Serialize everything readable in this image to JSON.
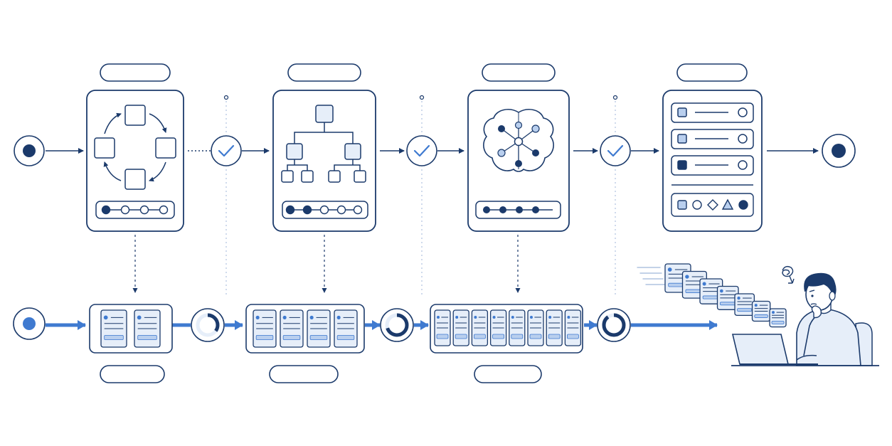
{
  "colors": {
    "navy": "#1b3a6b",
    "blue": "#3f7ad0",
    "light_fill": "#e6eef9",
    "mid_fill": "#b9cfee",
    "dotted": "#9fb6d9",
    "background": "#ffffff"
  },
  "top_flow": {
    "stages": [
      {
        "label": "",
        "icon": "cycle-icon",
        "progress_steps": 4,
        "progress_done": 1
      },
      {
        "label": "",
        "icon": "hierarchy-icon",
        "progress_steps": 5,
        "progress_done": 2
      },
      {
        "label": "",
        "icon": "brain-network-icon",
        "progress_steps": 4,
        "progress_done": 4
      },
      {
        "label": "",
        "icon": "checklist-output-icon"
      }
    ],
    "checkpoints": [
      "check-icon",
      "check-icon",
      "check-icon"
    ]
  },
  "bottom_flow": {
    "batches": [
      {
        "label": "",
        "cards": 2
      },
      {
        "label": "",
        "cards": 4
      },
      {
        "label": "",
        "cards": 8
      }
    ],
    "progress_rings": [
      {
        "value": 0.35
      },
      {
        "value": 0.7
      },
      {
        "value": 0.9
      }
    ]
  },
  "scene": {
    "figure_icon": "person-at-laptop-icon",
    "thought_icon": "confusion-swirl-icon",
    "document_stack_count": 7
  }
}
